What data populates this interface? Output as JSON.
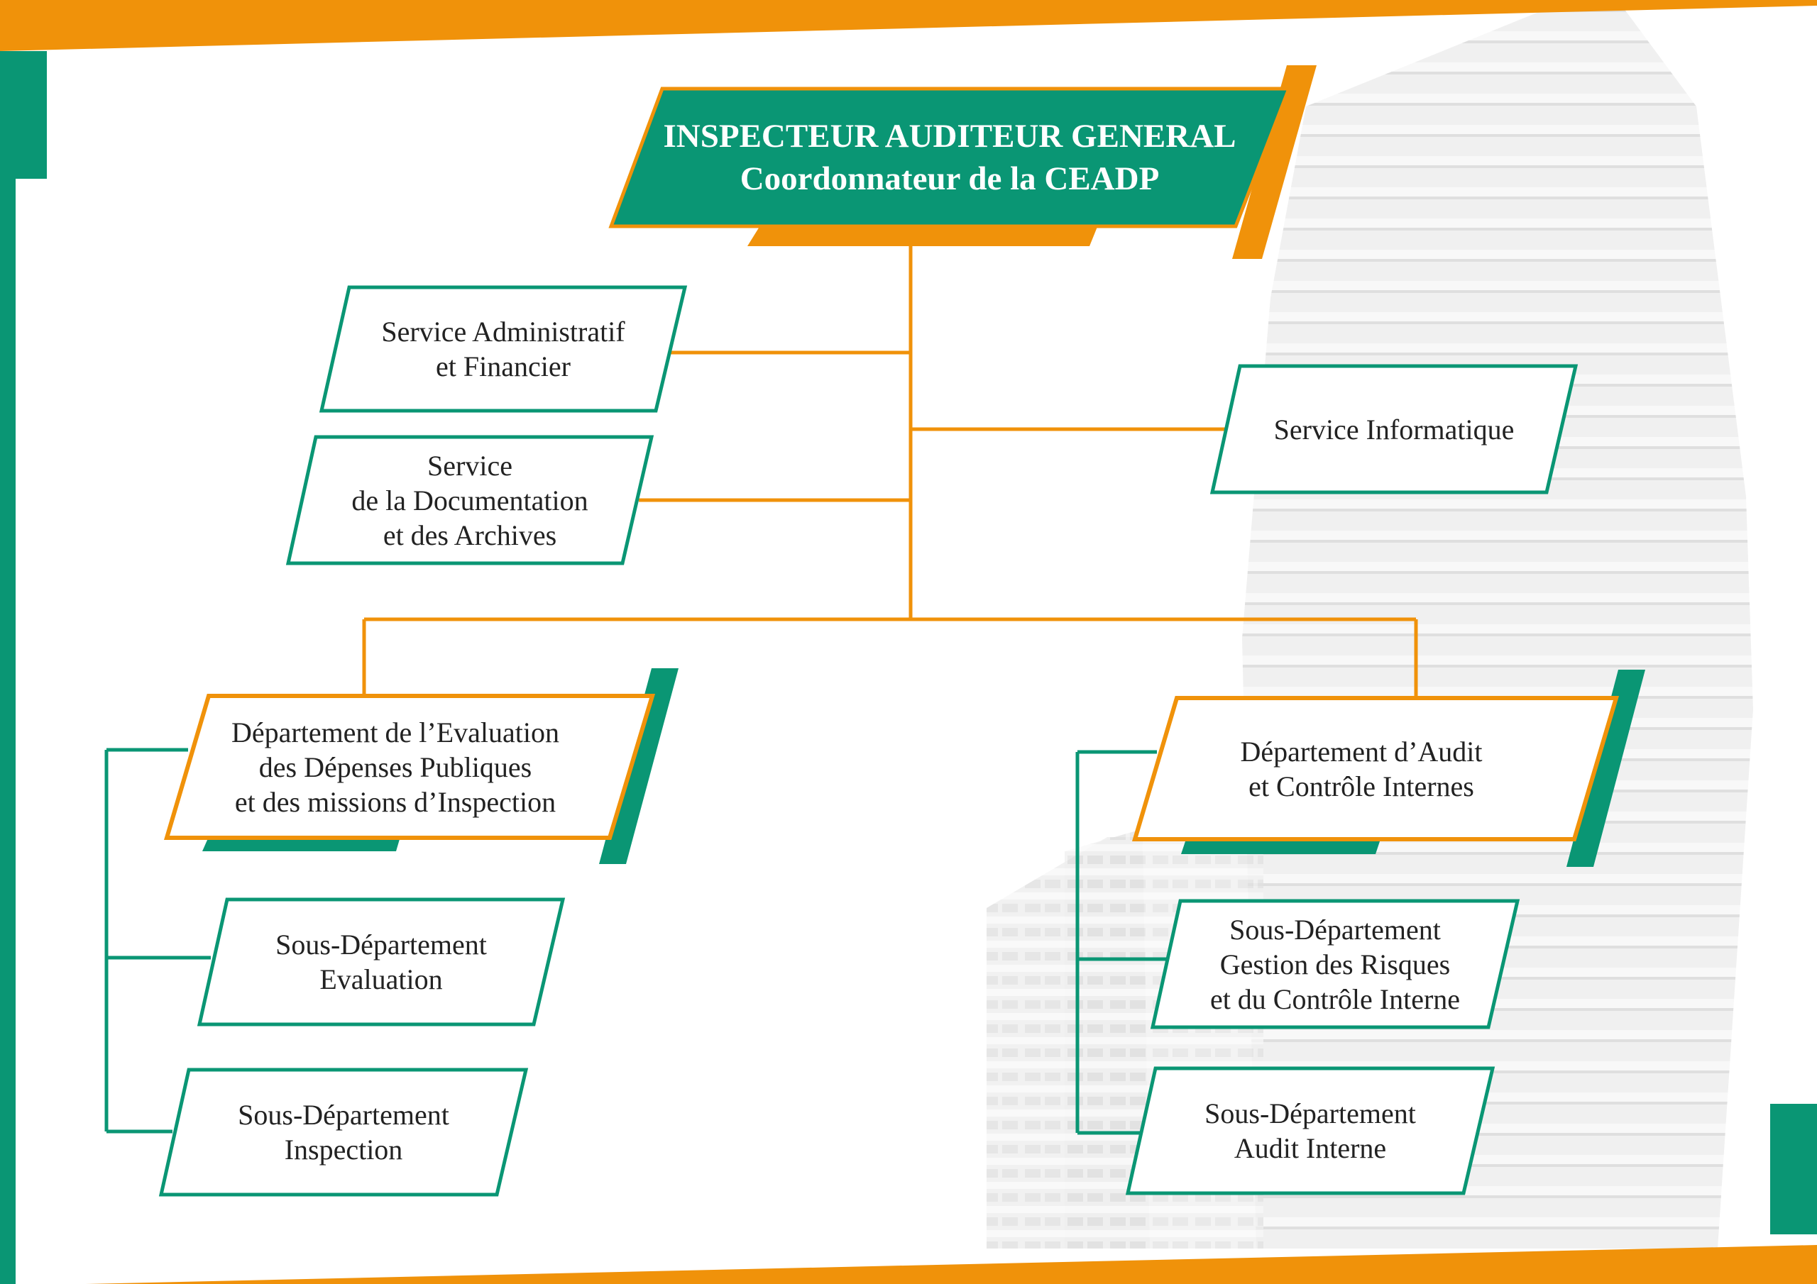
{
  "colors": {
    "green": "#0a9674",
    "orange": "#f0920a",
    "text": "#222222",
    "background": "#ffffff"
  },
  "background_image": "office-tower-photo",
  "chart": {
    "top": {
      "lines": [
        "INSPECTEUR AUDITEUR GENERAL",
        "Coordonnateur de la CEADP"
      ]
    },
    "services_left": [
      {
        "lines": [
          "Service Administratif",
          "et Financier"
        ]
      },
      {
        "lines": [
          "Service",
          "de la Documentation",
          "et des Archives"
        ]
      }
    ],
    "service_right": {
      "lines": [
        "Service Informatique"
      ]
    },
    "departments": [
      {
        "lines": [
          "Département de l’Evaluation",
          "des Dépenses Publiques",
          "et des missions d’Inspection"
        ],
        "sub_departments": [
          {
            "lines": [
              "Sous-Département",
              "Evaluation"
            ]
          },
          {
            "lines": [
              "Sous-Département",
              "Inspection"
            ]
          }
        ]
      },
      {
        "lines": [
          "Département d’Audit",
          "et Contrôle Internes"
        ],
        "sub_departments": [
          {
            "lines": [
              "Sous-Département",
              "Gestion des Risques",
              "et du Contrôle Interne"
            ]
          },
          {
            "lines": [
              "Sous-Département",
              "Audit Interne"
            ]
          }
        ]
      }
    ]
  }
}
